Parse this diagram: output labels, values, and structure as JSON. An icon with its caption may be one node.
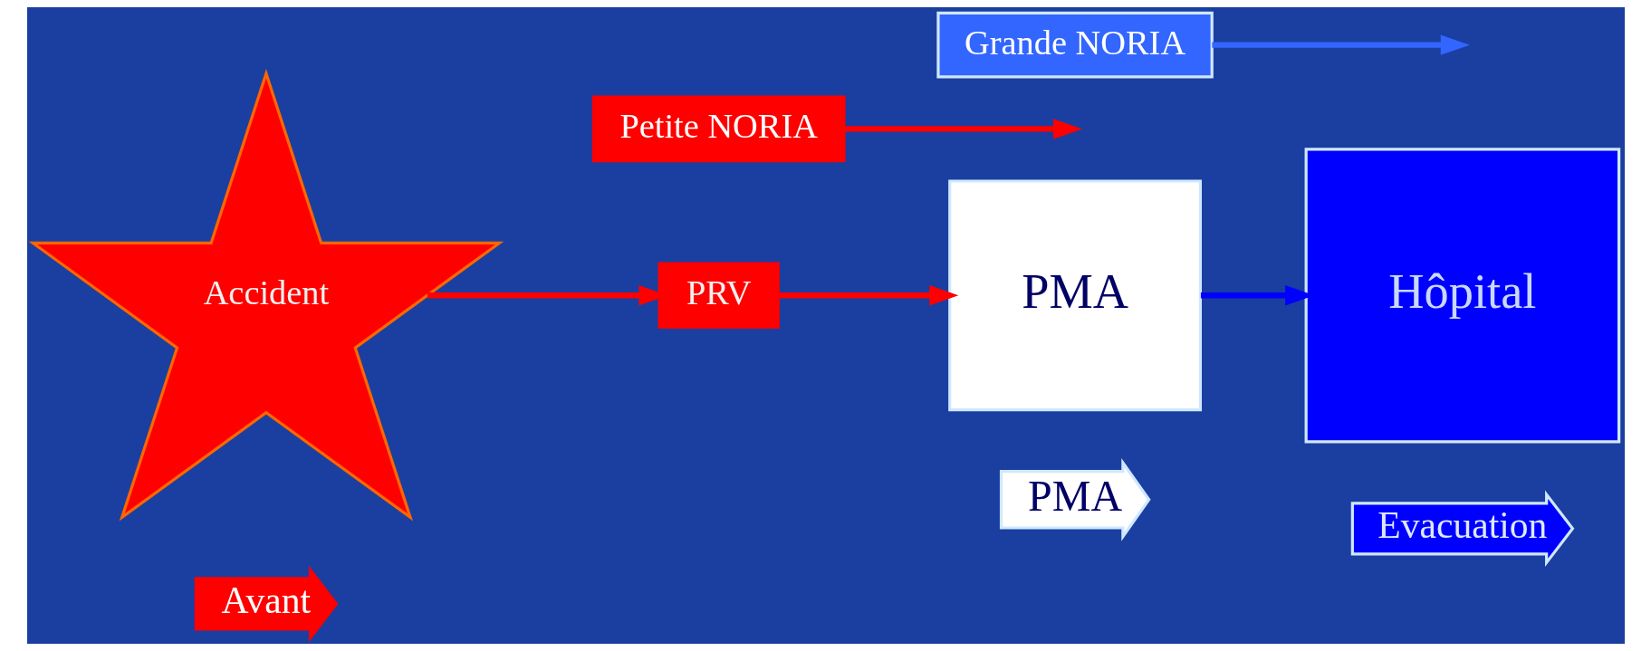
{
  "diagram": {
    "nodes": [
      {
        "text": [
          "Avant"
        ]
      },
      {
        "text": [
          "PMA"
        ]
      },
      {
        "text": [
          "Evacuation"
        ]
      },
      {
        "text": [
          "Accident"
        ]
      },
      {
        "text": [
          "PRV"
        ]
      },
      {
        "text": [
          "PMA"
        ]
      },
      {
        "text": [
          "Hôpital"
        ]
      },
      {
        "text": [
          "Petite NORIA"
        ]
      },
      {
        "text": [
          "Grande NORIA"
        ]
      }
    ],
    "edges": [
      {
        "from": 3,
        "to": 4,
        "arrow": "to",
        "color": "#ff0000"
      },
      {
        "from": 4,
        "to": 5,
        "arrow": "to",
        "color": "#ff0000"
      },
      {
        "from": 5,
        "to": 6,
        "arrow": "to",
        "color": "#0000ff"
      },
      {
        "from": 7,
        "to": null,
        "arrow": "to",
        "color": "#ff0000"
      },
      {
        "from": 8,
        "to": null,
        "arrow": "to",
        "color": "#3366ff"
      }
    ]
  }
}
